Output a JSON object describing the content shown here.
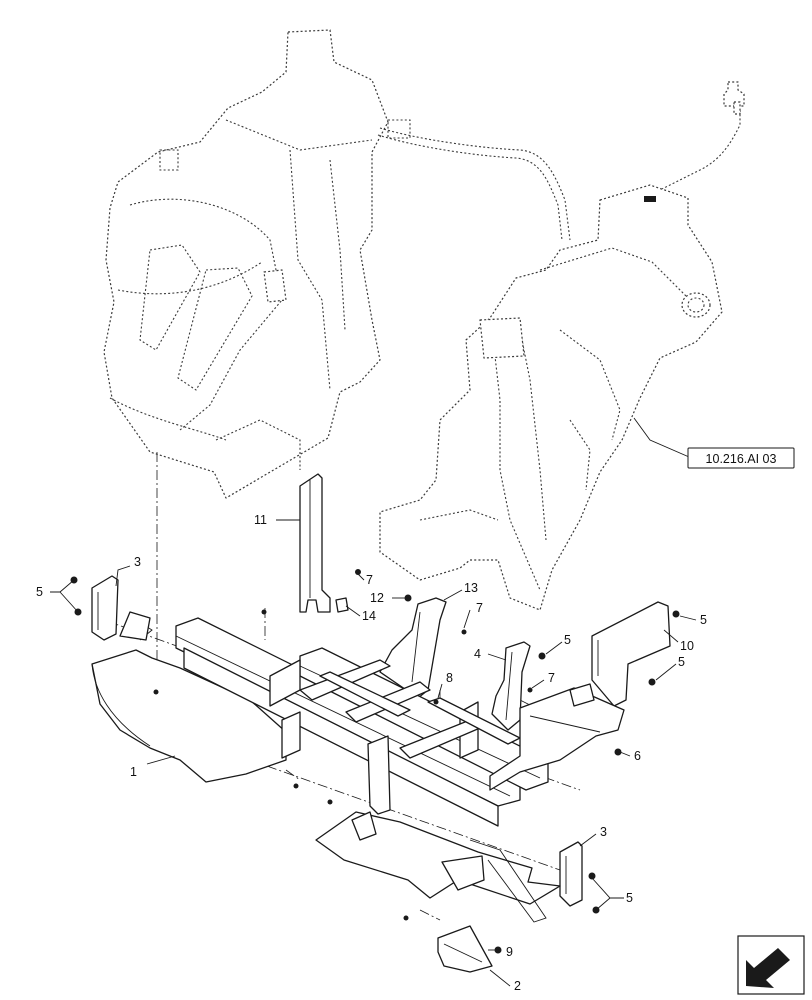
{
  "callouts": [
    {
      "id": "1",
      "label": "1"
    },
    {
      "id": "2",
      "label": "2"
    },
    {
      "id": "3",
      "label": "3"
    },
    {
      "id": "4",
      "label": "4"
    },
    {
      "id": "5",
      "label": "5"
    },
    {
      "id": "6",
      "label": "6"
    },
    {
      "id": "7",
      "label": "7"
    },
    {
      "id": "8",
      "label": "8"
    },
    {
      "id": "9",
      "label": "9"
    },
    {
      "id": "10",
      "label": "10"
    },
    {
      "id": "11",
      "label": "11"
    },
    {
      "id": "12",
      "label": "12"
    },
    {
      "id": "13",
      "label": "13"
    },
    {
      "id": "14",
      "label": "14"
    }
  ],
  "reference": {
    "label": "10.216.AI 03"
  },
  "nav": {
    "icon": "arrow-icon"
  }
}
